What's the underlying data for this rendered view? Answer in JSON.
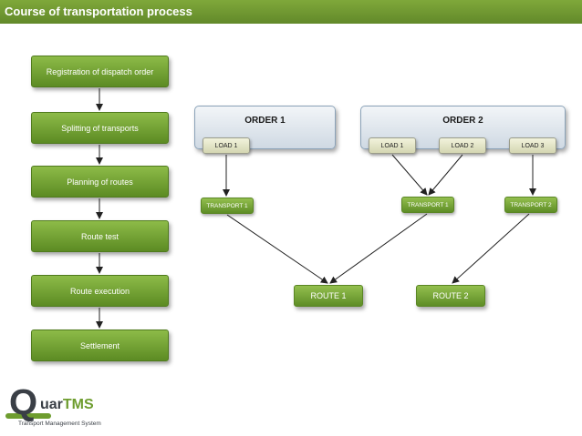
{
  "header": {
    "title": "Course of transportation process"
  },
  "steps": [
    {
      "label": "Registration of dispatch order"
    },
    {
      "label": "Splitting of transports"
    },
    {
      "label": "Planning of routes"
    },
    {
      "label": "Route test"
    },
    {
      "label": "Route execution"
    },
    {
      "label": "Settlement"
    }
  ],
  "orders": [
    {
      "title": "ORDER 1",
      "loads": [
        "LOAD 1"
      ]
    },
    {
      "title": "ORDER 2",
      "loads": [
        "LOAD 1",
        "LOAD 2",
        "LOAD 3"
      ]
    }
  ],
  "transports": [
    {
      "label": "TRANSPORT 1"
    },
    {
      "label": "TRANSPORT 1"
    },
    {
      "label": "TRANSPORT 2"
    }
  ],
  "routes": [
    {
      "label": "ROUTE 1"
    },
    {
      "label": "ROUTE 2"
    }
  ],
  "logo": {
    "letter": "Q",
    "word": "uar",
    "word_accent": "TMS",
    "tagline": "Transport Management System"
  },
  "colors": {
    "accent_green": "#6e9d2f",
    "order_blue_gray": "#cfd9e3",
    "load_beige": "#e6e8c8"
  }
}
